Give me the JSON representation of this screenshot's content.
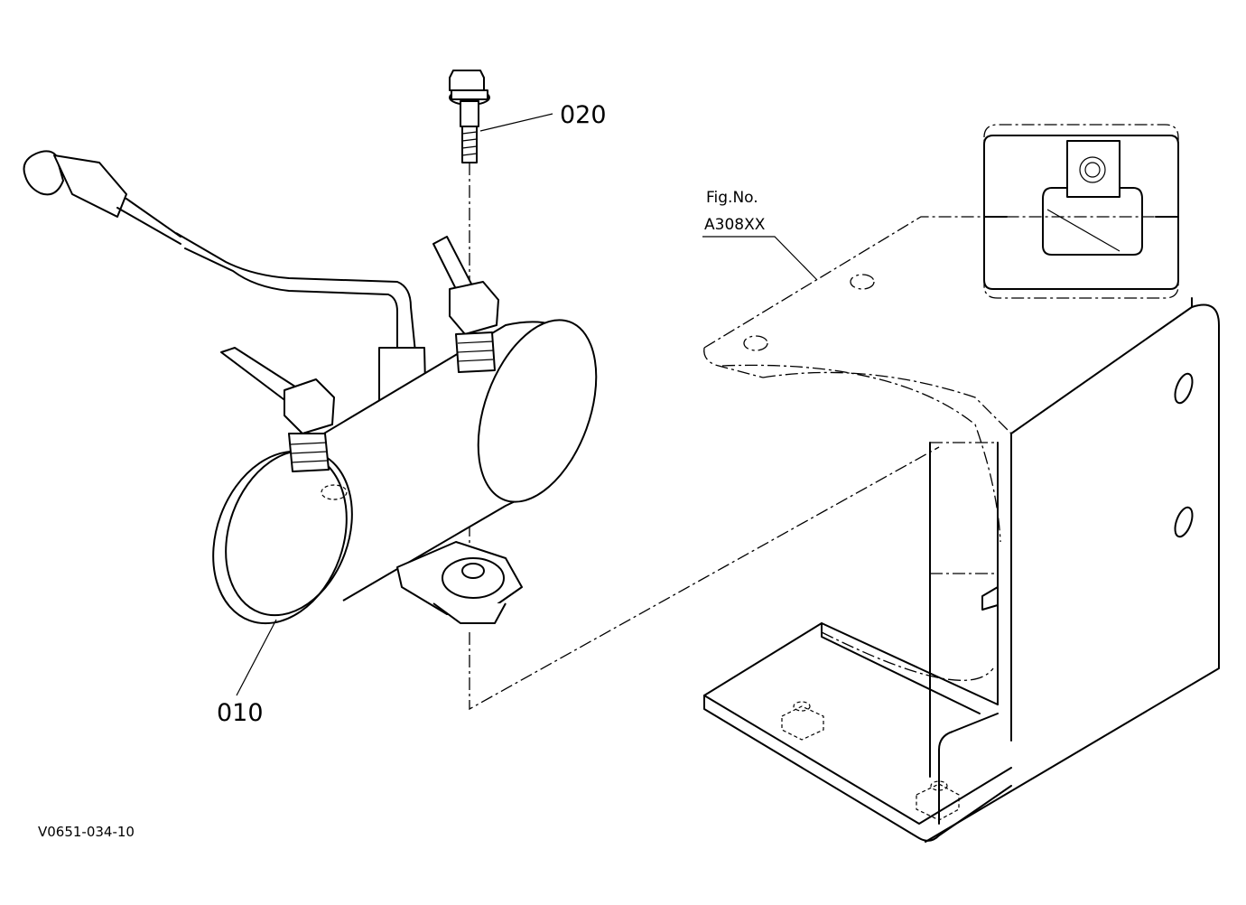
{
  "parts": [
    {
      "callout": "010",
      "icon": "fuel-pump-icon"
    },
    {
      "callout": "020",
      "icon": "bolt-icon"
    }
  ],
  "figure_reference": {
    "line1": "Fig.No.",
    "line2": "A308XX",
    "icon": "bracket-icon"
  },
  "drawing_code": "V0651-034-10",
  "colors": {
    "line": "#000000",
    "background": "#ffffff"
  }
}
